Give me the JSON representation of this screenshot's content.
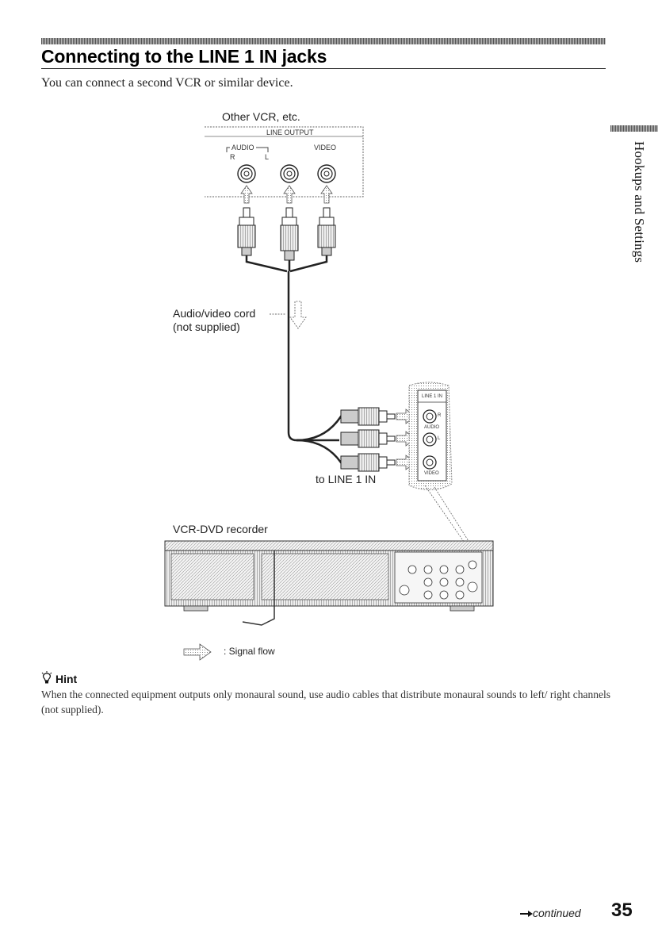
{
  "header": {
    "title": "Connecting to the LINE 1 IN jacks",
    "intro": "You can connect a second VCR or similar device."
  },
  "side_tab": {
    "label": "Hookups and Settings"
  },
  "diagram": {
    "other_device_label": "Other VCR, etc.",
    "line_output_label": "LINE OUTPUT",
    "audio_label": "AUDIO",
    "right_label": "R",
    "left_label": "L",
    "video_label": "VIDEO",
    "cord_label_1": "Audio/video cord",
    "cord_label_2": "(not supplied)",
    "line_in_panel_label": "LINE 1 IN",
    "panel_r": "R",
    "panel_audio": "AUDIO",
    "panel_l": "L",
    "panel_video": "VIDEO",
    "to_line_label": "to LINE 1 IN",
    "recorder_label": "VCR-DVD recorder",
    "signal_flow_label": ": Signal flow"
  },
  "hint": {
    "title": "Hint",
    "body": "When the connected equipment outputs only monaural sound, use audio cables that distribute monaural sounds to left/ right channels (not supplied)."
  },
  "footer": {
    "continued": "continued",
    "page_number": "35"
  }
}
